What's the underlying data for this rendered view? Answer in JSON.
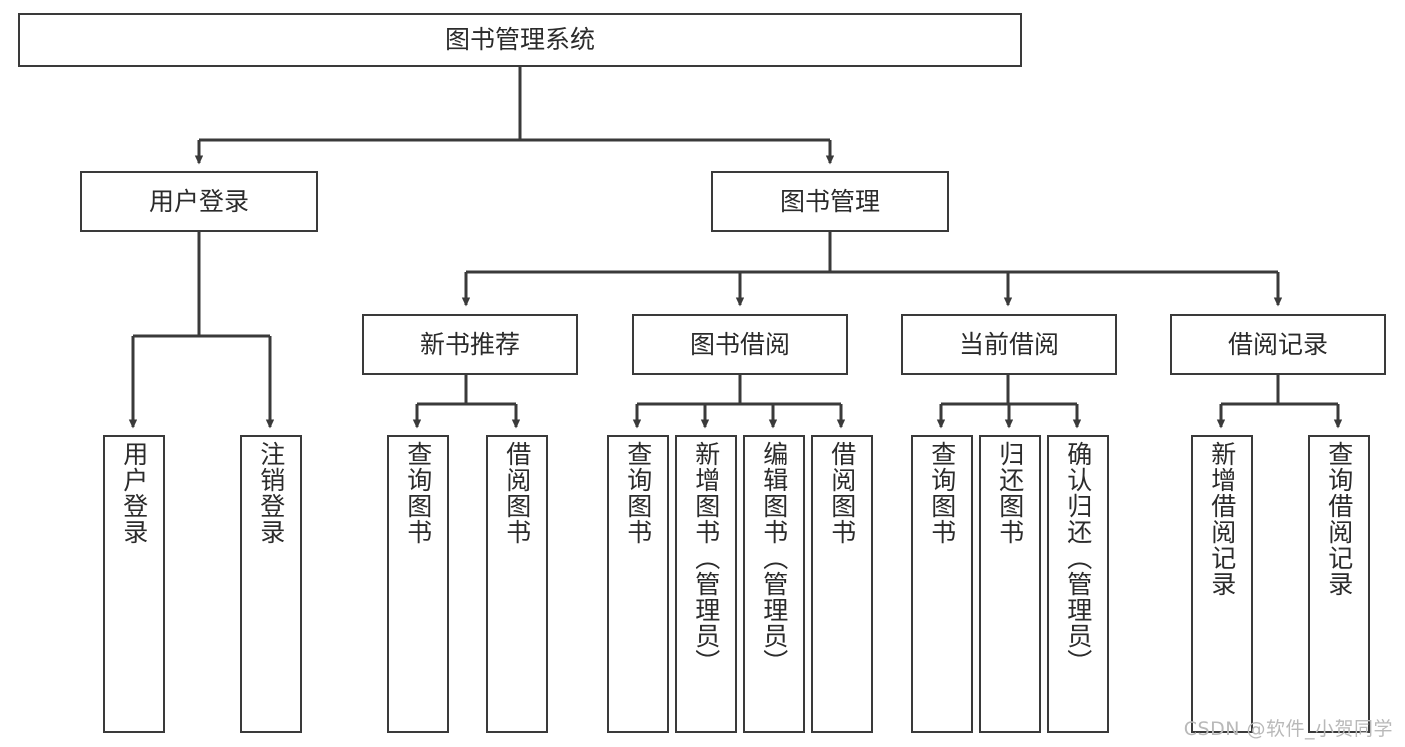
{
  "diagram": {
    "title": "图书管理系统",
    "type": "tree-hierarchy-chart",
    "root": {
      "label": "图书管理系统"
    },
    "level2": [
      {
        "label": "用户登录"
      },
      {
        "label": "图书管理"
      }
    ],
    "level3": [
      {
        "label": "新书推荐"
      },
      {
        "label": "图书借阅"
      },
      {
        "label": "当前借阅"
      },
      {
        "label": "借阅记录"
      }
    ],
    "leaves": [
      {
        "label": "用户登录",
        "parent": "用户登录"
      },
      {
        "label": "注销登录",
        "parent": "用户登录"
      },
      {
        "label": "查询图书",
        "parent": "新书推荐"
      },
      {
        "label": "借阅图书",
        "parent": "新书推荐"
      },
      {
        "label": "查询图书",
        "parent": "图书借阅"
      },
      {
        "label": "新增图书（管理员）",
        "parent": "图书借阅"
      },
      {
        "label": "编辑图书（管理员）",
        "parent": "图书借阅"
      },
      {
        "label": "借阅图书",
        "parent": "图书借阅"
      },
      {
        "label": "查询图书",
        "parent": "当前借阅"
      },
      {
        "label": "归还图书",
        "parent": "当前借阅"
      },
      {
        "label": "确认归还（管理员）",
        "parent": "当前借阅"
      },
      {
        "label": "新增借阅记录",
        "parent": "借阅记录"
      },
      {
        "label": "查询借阅记录",
        "parent": "借阅记录"
      }
    ]
  },
  "watermark": {
    "text": "CSDN @软件_小贺同学"
  },
  "colors": {
    "stroke": "#3a3a3a",
    "text": "#2b2b2b",
    "background": "#ffffff",
    "watermark": "#b9b9b9"
  }
}
